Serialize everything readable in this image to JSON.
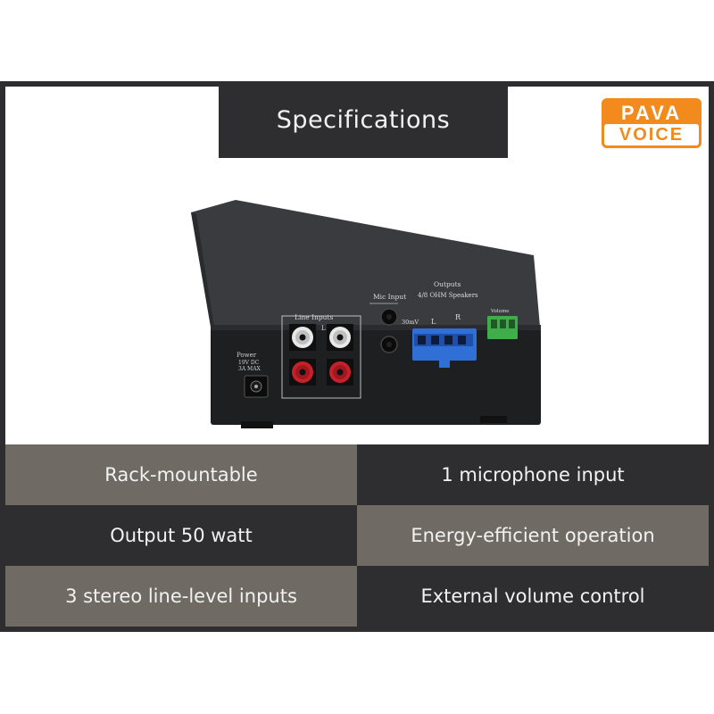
{
  "header": {
    "title": "Specifications"
  },
  "logo": {
    "line1": "PAVA",
    "line2": "VOICE"
  },
  "device": {
    "power_label": "Power",
    "power_spec1": "19V DC",
    "power_spec2": "3A MAX",
    "line_inputs_label": "Line Inputs",
    "left_label": "L",
    "right_label": "R",
    "mic_input_label": "Mic Input",
    "mic_level": "30mV",
    "mic_short": "Mi",
    "outputs_label": "Outputs",
    "speakers_label": "4/8 OHM Speakers",
    "out_left": "L",
    "out_right": "R",
    "volume_label": "Volume"
  },
  "specs": [
    {
      "label": "Rack-mountable"
    },
    {
      "label": "1 microphone input"
    },
    {
      "label": "Output 50 watt"
    },
    {
      "label": "Energy-efficient operation"
    },
    {
      "label": "3 stereo line-level inputs"
    },
    {
      "label": "External volume control"
    }
  ],
  "colors": {
    "dark": "#2e2e30",
    "taupe": "#6f6a63",
    "accent": "#f28a1e",
    "terminal_blue": "#2f6fd6",
    "terminal_green": "#3fae4a",
    "rca_red": "#c8202a",
    "rca_white": "#e8e8e8"
  }
}
